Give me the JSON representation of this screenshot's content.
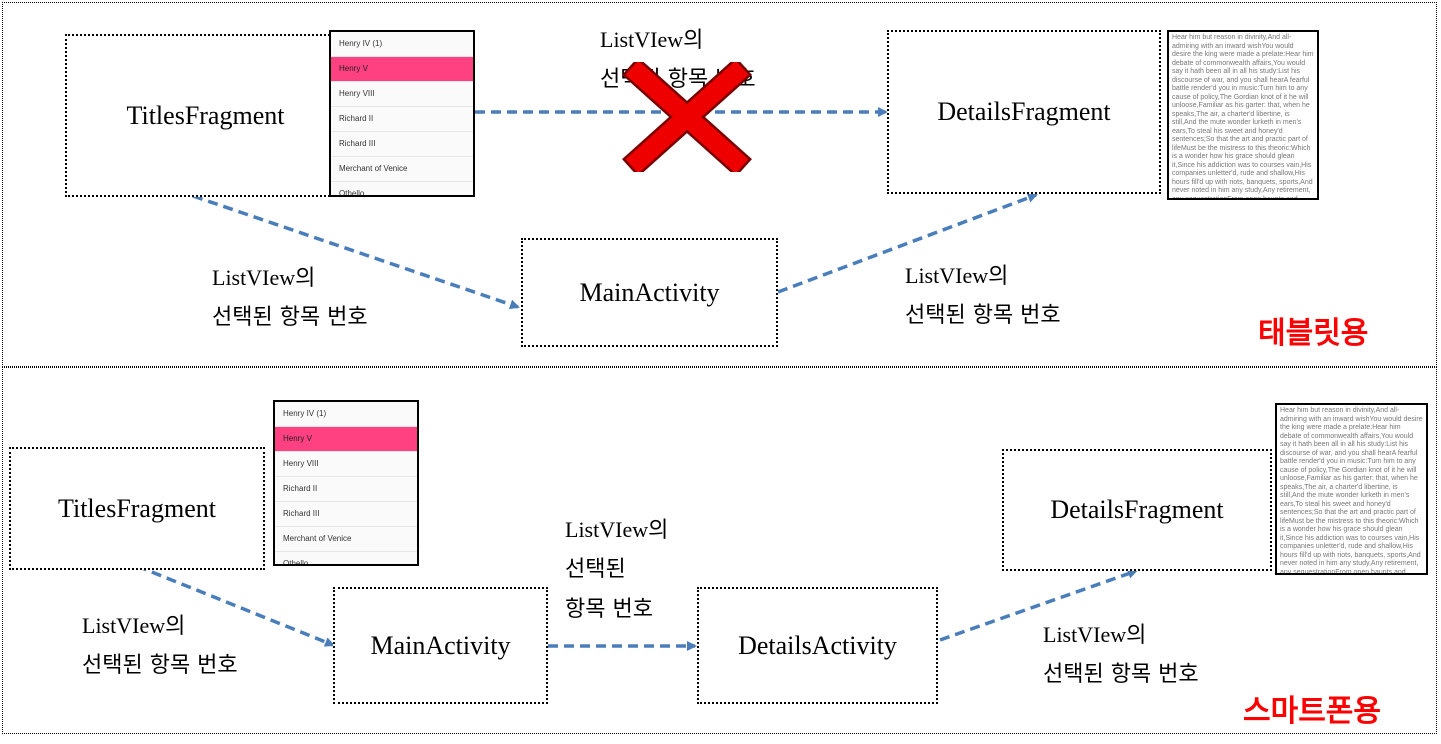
{
  "tablet": {
    "titles_box": "TitlesFragment",
    "details_box": "DetailsFragment",
    "main_box": "MainActivity",
    "label_direct": [
      "ListVIew의",
      "선택된 항목 번호"
    ],
    "label_left": [
      "ListVIew의",
      "선택된 항목 번호"
    ],
    "label_right": [
      "ListVIew의",
      "선택된 항목 번호"
    ],
    "tag": "태블릿용"
  },
  "phone": {
    "titles_box": "TitlesFragment",
    "main_box": "MainActivity",
    "details_activity_box": "DetailsActivity",
    "details_box": "DetailsFragment",
    "label_left": [
      "ListVIew의",
      "선택된 항목 번호"
    ],
    "label_middle": [
      "ListVIew의",
      "선택된",
      "항목 번호"
    ],
    "label_right": [
      "ListVIew의",
      "선택된 항목 번호"
    ],
    "tag": "스마트폰용"
  },
  "list_items": [
    "Henry IV (1)",
    "Henry V",
    "Henry VIII",
    "Richard II",
    "Richard III",
    "Merchant of Venice",
    "Othello"
  ],
  "selected_index": 1,
  "details_text": "Hear him but reason in divinity,And all-admiring with an inward wishYou would desire the king were made a prelate:Hear him debate of commonwealth affairs,You would say it hath been all in all his study:List his discourse of war, and you shall hearA fearful battle render'd you in music:Turn him to any cause of policy,The Gordian knot of it he will unloose,Familiar as his garter: that, when he speaks,The air, a charter'd libertine, is still,And the mute wonder lurketh in men's ears,To steal his sweet and honey'd sentences;So that the art and practic part of lifeMust be the mistress to this theoric:Which is a wonder how his grace should glean it,Since his addiction was to courses vain,His companies unletter'd, rude and shallow,His hours fill'd up with riots, banquets, sports,And never noted in him any study,Any retirement, any sequestrationFrom open haunts and popularity.",
  "colors": {
    "arrow": "#4a7ebb",
    "selected_row": "#ff4081",
    "tag": "#ff0000",
    "cross": "#ee0000"
  }
}
